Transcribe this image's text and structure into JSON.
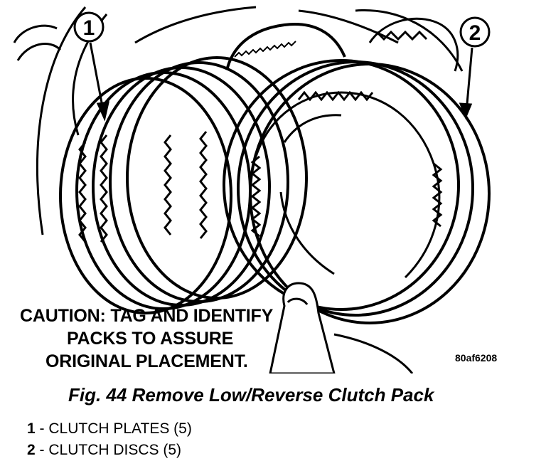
{
  "callouts": {
    "one": "1",
    "two": "2"
  },
  "caution": {
    "line1": "CAUTION: TAG AND IDENTIFY",
    "line2": "PACKS TO ASSURE",
    "line3": "ORIGINAL PLACEMENT."
  },
  "figure_id": "80af6208",
  "caption": "Fig. 44 Remove Low/Reverse Clutch Pack",
  "legend": [
    {
      "num": "1",
      "text": " - CLUTCH PLATES (5)"
    },
    {
      "num": "2",
      "text": " - CLUTCH DISCS (5)"
    }
  ],
  "colors": {
    "ink": "#000000",
    "paper": "#ffffff"
  }
}
